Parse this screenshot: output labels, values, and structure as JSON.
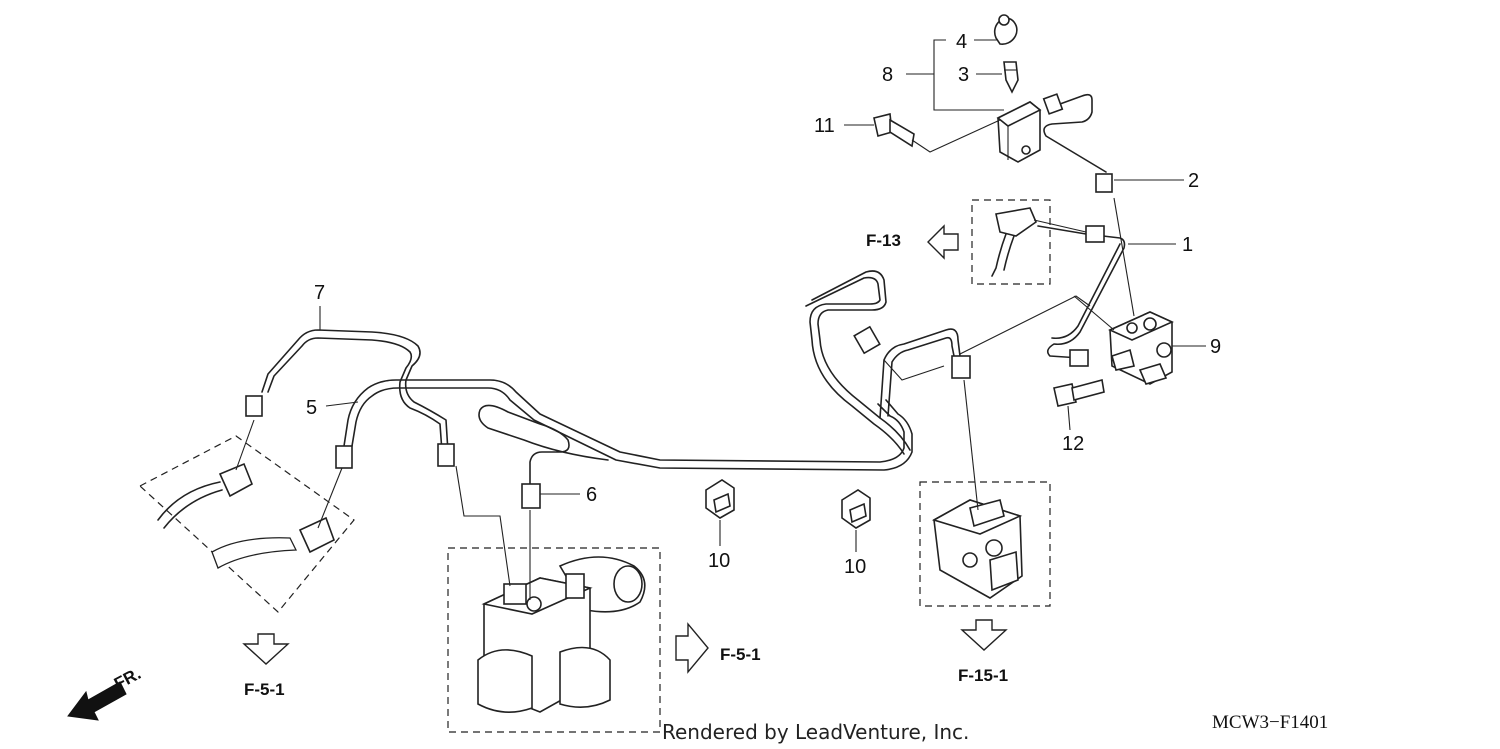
{
  "callouts": {
    "c1": "1",
    "c2": "2",
    "c3": "3",
    "c4": "4",
    "c5": "5",
    "c6": "6",
    "c7": "7",
    "c8": "8",
    "c9": "9",
    "c10a": "10",
    "c10b": "10",
    "c11": "11",
    "c12": "12"
  },
  "refs": {
    "f13": "F-13",
    "f51_left": "F-5-1",
    "f51_mid": "F-5-1",
    "f151": "F-15-1"
  },
  "direction_label": "FR.",
  "credit": "Rendered by LeadVenture, Inc.",
  "diagram_code": "MCW3−F1401"
}
